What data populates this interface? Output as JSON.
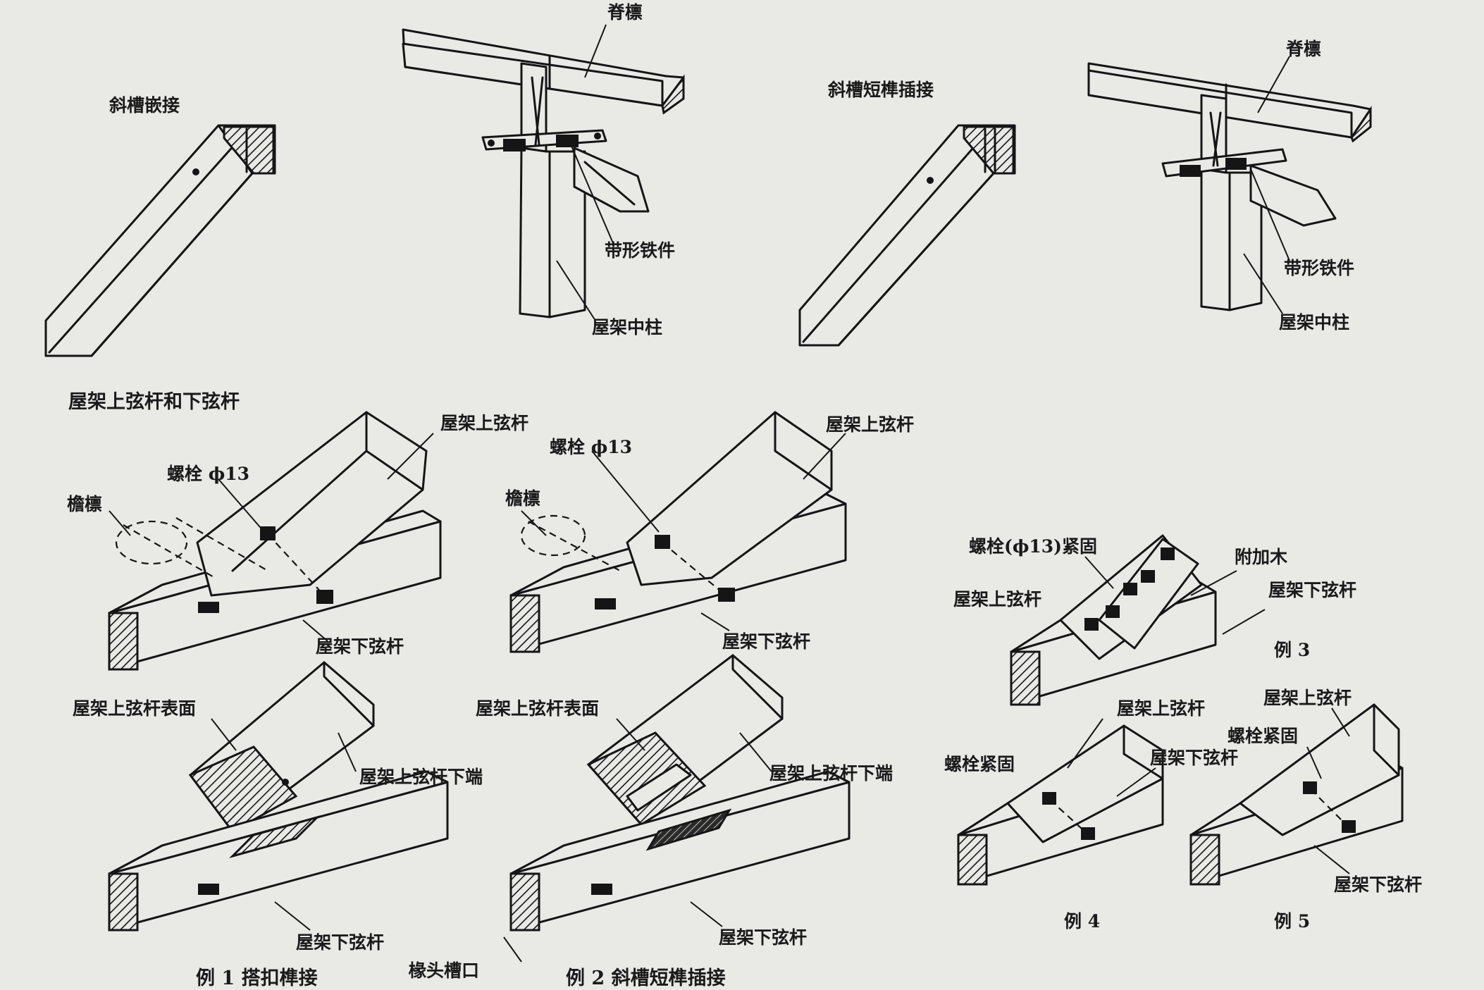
{
  "labels": {
    "ridge_purlin_1": "脊檩",
    "ridge_purlin_2": "脊檩",
    "diag_groove_joint": "斜槽嵌接",
    "diag_groove_tenon": "斜槽短榫插接",
    "strap_iron_1": "带形铁件",
    "strap_iron_2": "带形铁件",
    "king_post_1": "屋架中柱",
    "king_post_2": "屋架中柱",
    "section_title": "屋架上弦杆和下弦杆",
    "top_chord_ex1": "屋架上弦杆",
    "top_chord_ex2": "屋架上弦杆",
    "bolt_ex1": "螺栓 ϕ13",
    "bolt_ex2": "螺栓 ϕ13",
    "eave_purlin_ex1": "檐檩",
    "eave_purlin_ex2": "檐檩",
    "bottom_chord_ex1a": "屋架下弦杆",
    "bottom_chord_ex2a": "屋架下弦杆",
    "top_surface_ex1": "屋架上弦杆表面",
    "top_surface_ex2": "屋架上弦杆表面",
    "top_lower_end_ex1": "屋架上弦杆下端",
    "top_lower_end_ex2": "屋架上弦杆下端",
    "bottom_chord_ex1b": "屋架下弦杆",
    "bottom_chord_ex2b": "屋架下弦杆",
    "rafter_slot": "椽头槽口",
    "caption_ex1": "例 1 搭扣榫接",
    "caption_ex2": "例 2 斜槽短榫插接",
    "bolt_ex3": "螺栓(ϕ13)紧固",
    "extra_wood": "附加木",
    "top_chord_ex3": "屋架上弦杆",
    "bottom_chord_ex3": "屋架下弦杆",
    "caption_ex3": "例 3",
    "top_chord_ex4": "屋架上弦杆",
    "bolt_ex4": "螺栓紧固",
    "bottom_chord_ex4": "屋架下弦杆",
    "caption_ex4": "例 4",
    "top_chord_ex5": "屋架上弦杆",
    "bolt_ex5": "螺栓紧固",
    "bottom_chord_ex5": "屋架下弦杆",
    "caption_ex5": "例 5"
  }
}
